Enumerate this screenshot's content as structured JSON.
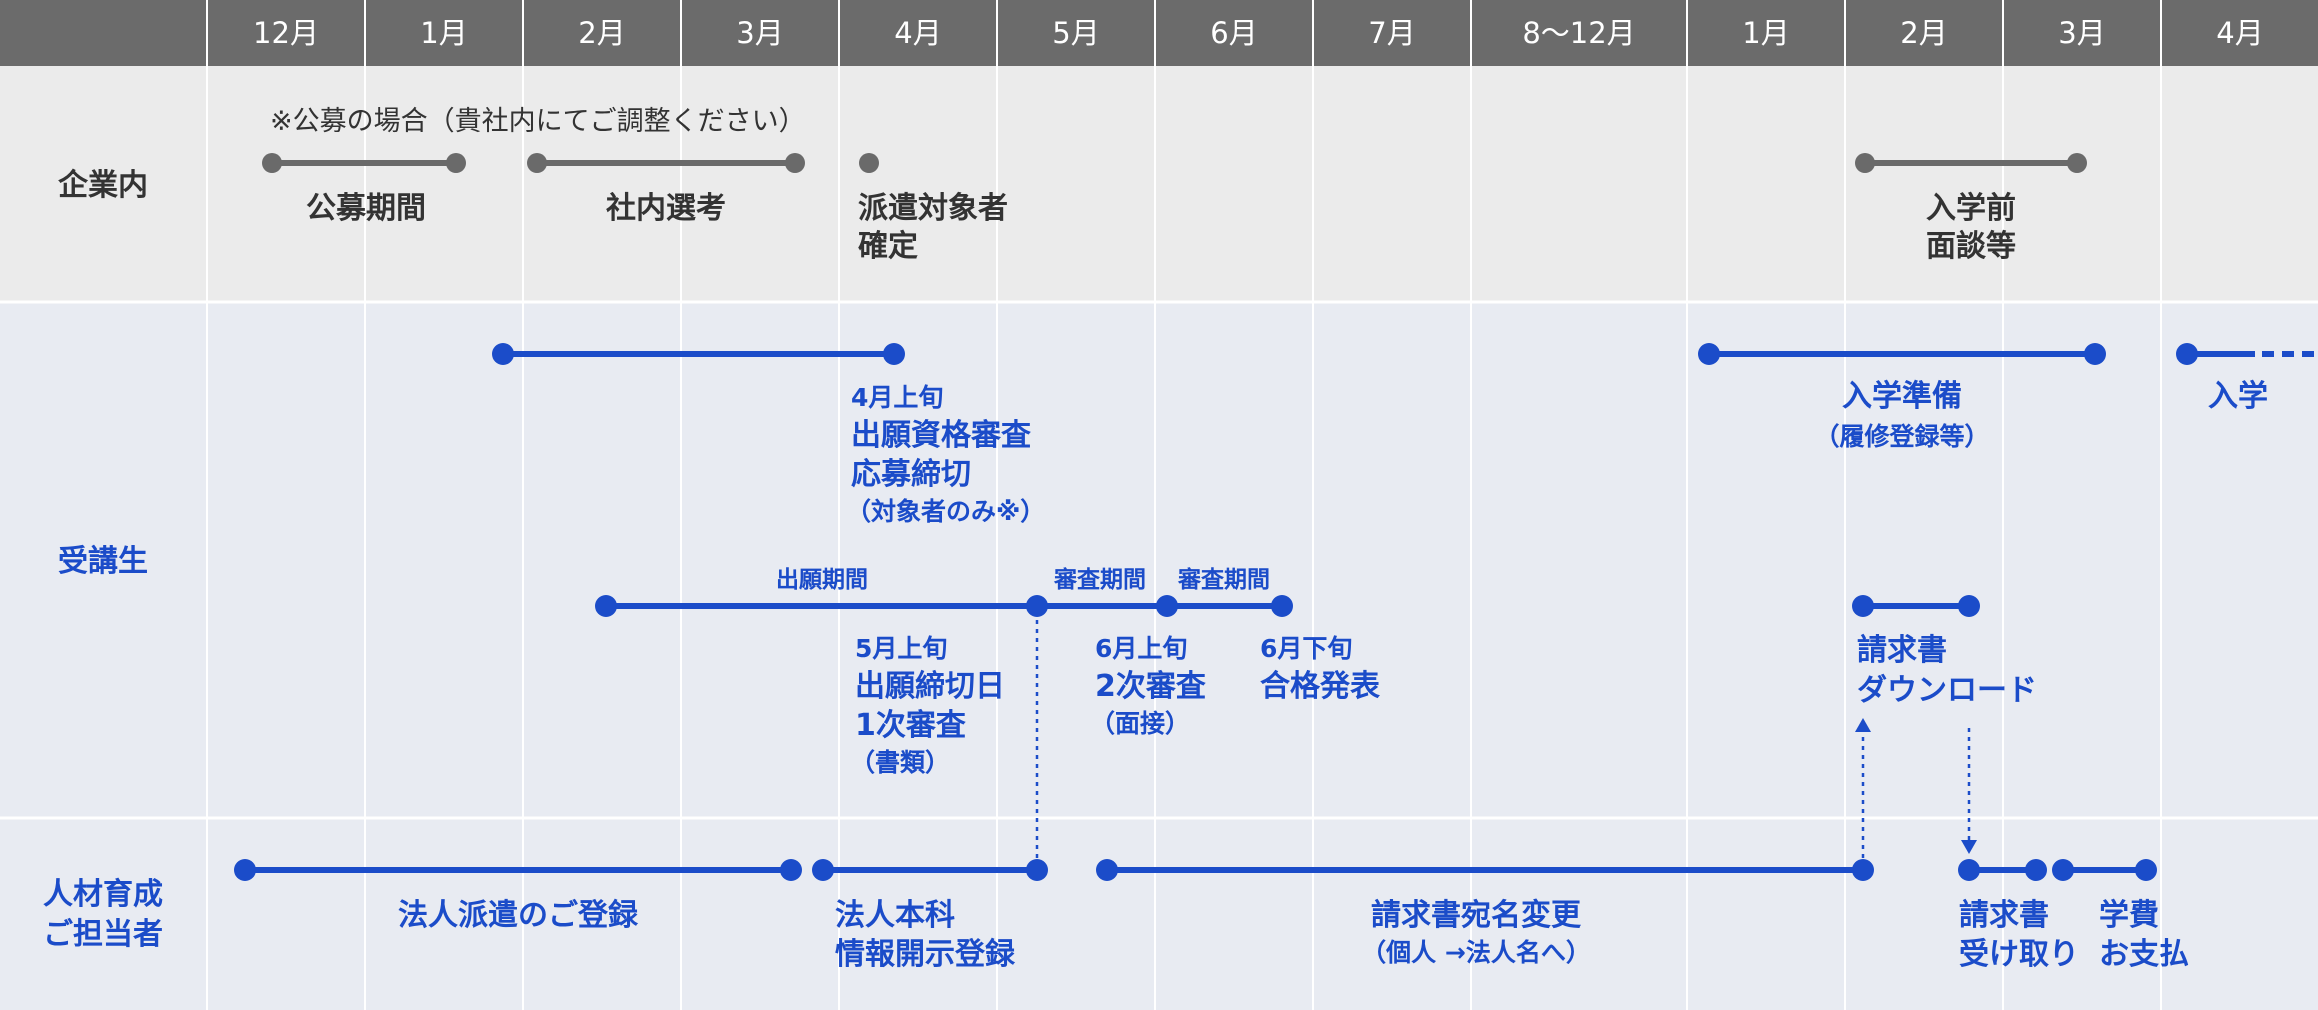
{
  "header": {
    "months": [
      "12月",
      "1月",
      "2月",
      "3月",
      "4月",
      "5月",
      "6月",
      "7月",
      "8〜12月",
      "1月",
      "2月",
      "3月",
      "4月"
    ]
  },
  "rows": {
    "company": "企業内",
    "student": "受講生",
    "hr_line1": "人材育成",
    "hr_line2": "ご担当者"
  },
  "company": {
    "note": "※公募の場合（貴社内にてご調整ください）",
    "recruit_period": "公募期間",
    "internal_selection": "社内選考",
    "dispatch_line1": "派遣対象者",
    "dispatch_line2": "確定",
    "pre_line1": "入学前",
    "pre_line2": "面談等"
  },
  "student": {
    "apr_line1": "4月上旬",
    "apr_line2": "出願資格審査",
    "apr_line3": "応募締切",
    "apr_line4": "（対象者のみ※）",
    "prep_line1": "入学準備",
    "prep_line2": "（履修登録等）",
    "enroll": "入学",
    "apply_period": "出願期間",
    "review_period1": "審査期間",
    "review_period2": "審査期間",
    "may_line1": "5月上旬",
    "may_line2": "出願締切日",
    "may_line3": "1次審査",
    "may_line4": "（書類）",
    "jun1_line1": "6月上旬",
    "jun1_line2": "2次審査",
    "jun1_line3": "（面接）",
    "jun2_line1": "6月下旬",
    "jun2_line2": "合格発表",
    "invoice_dl_line1": "請求書",
    "invoice_dl_line2": "ダウンロード"
  },
  "hr": {
    "corp_reg": "法人派遣のご登録",
    "honka_line1": "法人本科",
    "honka_line2": "情報開示登録",
    "rename_line1": "請求書宛名変更",
    "rename_line2": "（個人 →法人名へ）",
    "receive_line1": "請求書",
    "receive_line2": "受け取り",
    "pay_line1": "学費",
    "pay_line2": "お支払"
  },
  "colors": {
    "header_bg": "#6b6b6b",
    "header_text": "#ffffff",
    "company_bg": "#ebebeb",
    "row_bg": "#e8ebf2",
    "gray": "#6a6a6a",
    "blue": "#1b4cc9",
    "dark_text": "#333333"
  }
}
